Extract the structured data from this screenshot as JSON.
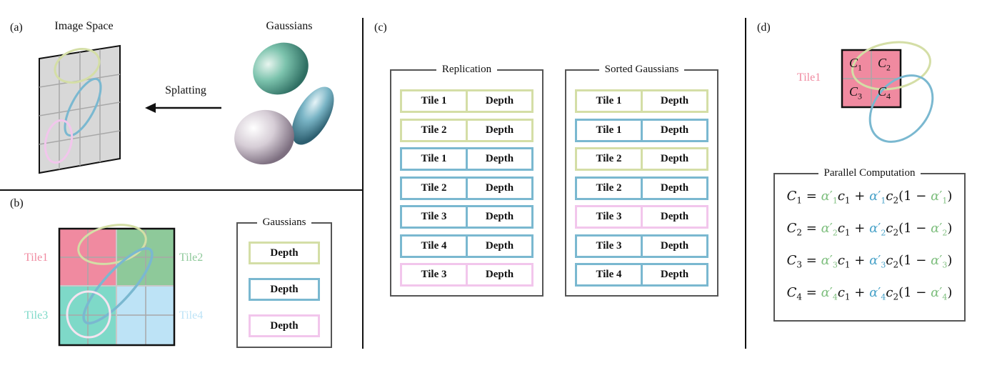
{
  "colors": {
    "green": "#d4dea6",
    "blue": "#7ab8d0",
    "pink": "#f2c6ec",
    "tile1": "#f08aa0",
    "tile2": "#8ec99a",
    "tile3": "#7ed9c8",
    "tile4": "#bde3f6",
    "eq_green": "#7fbf7f",
    "eq_blue": "#4aa3c9"
  },
  "panel_a": {
    "label": "(a)",
    "image_space": "Image Space",
    "gaussians": "Gaussians",
    "splatting": "Splatting"
  },
  "panel_b": {
    "label": "(b)",
    "tile_labels": [
      "Tile1",
      "Tile2",
      "Tile3",
      "Tile4"
    ],
    "legend_title": "Gaussians",
    "legend": [
      {
        "text": "Depth",
        "color": "green"
      },
      {
        "text": "Depth",
        "color": "blue"
      },
      {
        "text": "Depth",
        "color": "pink"
      }
    ]
  },
  "panel_c": {
    "label": "(c)",
    "replication": {
      "title": "Replication",
      "rows": [
        {
          "tile": "Tile 1",
          "depth": "Depth",
          "color": "green"
        },
        {
          "tile": "Tile 2",
          "depth": "Depth",
          "color": "green"
        },
        {
          "tile": "Tile 1",
          "depth": "Depth",
          "color": "blue"
        },
        {
          "tile": "Tile 2",
          "depth": "Depth",
          "color": "blue"
        },
        {
          "tile": "Tile 3",
          "depth": "Depth",
          "color": "blue"
        },
        {
          "tile": "Tile 4",
          "depth": "Depth",
          "color": "blue"
        },
        {
          "tile": "Tile 3",
          "depth": "Depth",
          "color": "pink"
        }
      ]
    },
    "sorted": {
      "title": "Sorted Gaussians",
      "rows": [
        {
          "tile": "Tile 1",
          "depth": "Depth",
          "color": "green"
        },
        {
          "tile": "Tile 1",
          "depth": "Depth",
          "color": "blue"
        },
        {
          "tile": "Tile 2",
          "depth": "Depth",
          "color": "green"
        },
        {
          "tile": "Tile 2",
          "depth": "Depth",
          "color": "blue"
        },
        {
          "tile": "Tile 3",
          "depth": "Depth",
          "color": "pink"
        },
        {
          "tile": "Tile 3",
          "depth": "Depth",
          "color": "blue"
        },
        {
          "tile": "Tile 4",
          "depth": "Depth",
          "color": "blue"
        }
      ]
    }
  },
  "panel_d": {
    "label": "(d)",
    "tile_label": "Tile1",
    "cells": [
      "C",
      "C",
      "C",
      "C"
    ],
    "subs": [
      "1",
      "2",
      "3",
      "4"
    ],
    "box_title": "Parallel Computation",
    "equations": [
      {
        "lhs": "C",
        "idx": "1"
      },
      {
        "lhs": "C",
        "idx": "2"
      },
      {
        "lhs": "C",
        "idx": "3"
      },
      {
        "lhs": "C",
        "idx": "4"
      }
    ]
  }
}
